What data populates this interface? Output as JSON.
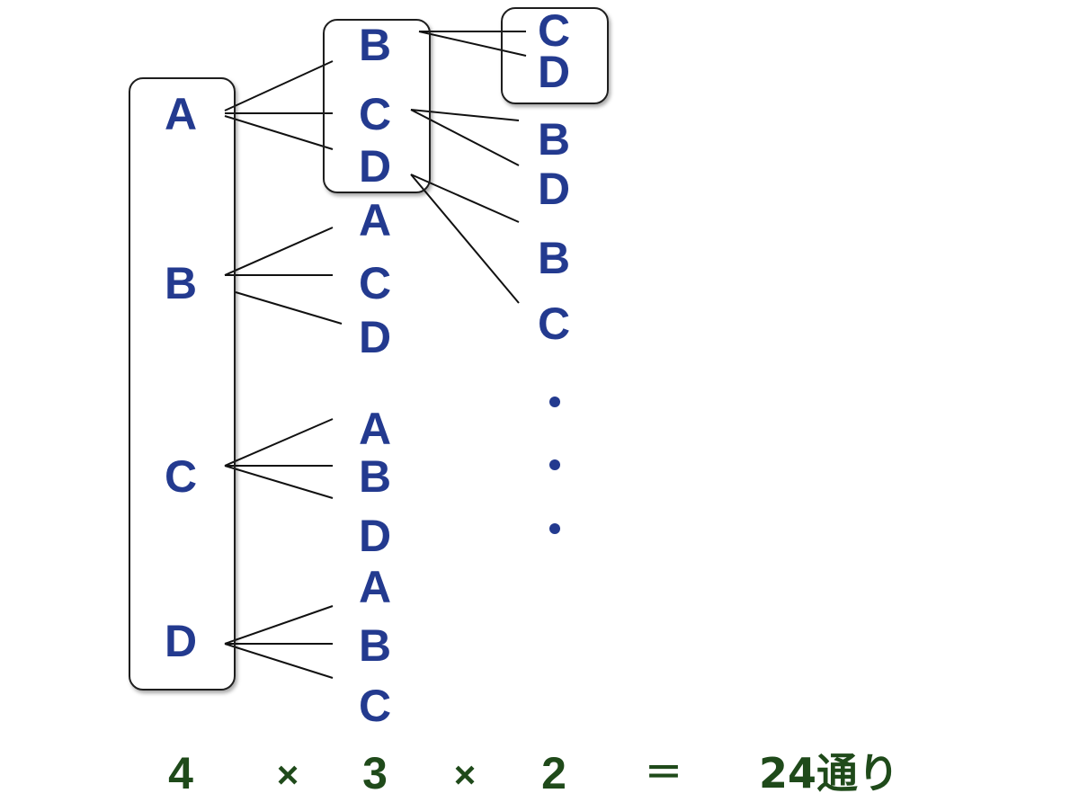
{
  "tree": {
    "level1": [
      "A",
      "B",
      "C",
      "D"
    ],
    "level2": [
      [
        "B",
        "C",
        "D"
      ],
      [
        "A",
        "C",
        "D"
      ],
      [
        "A",
        "B",
        "D"
      ],
      [
        "A",
        "B",
        "C"
      ]
    ],
    "level3": {
      "from_AB": [
        "C",
        "D"
      ],
      "from_AC": [
        "B",
        "D"
      ],
      "from_AD": [
        "B",
        "C"
      ]
    },
    "ellipsis_count": 3
  },
  "equation": {
    "a": "4",
    "times1": "×",
    "b": "3",
    "times2": "×",
    "c": "2",
    "equals": "＝",
    "result": "24通り"
  },
  "colors": {
    "letters": "#233a8f",
    "equation": "#1f4a1a",
    "lines": "#111111"
  }
}
